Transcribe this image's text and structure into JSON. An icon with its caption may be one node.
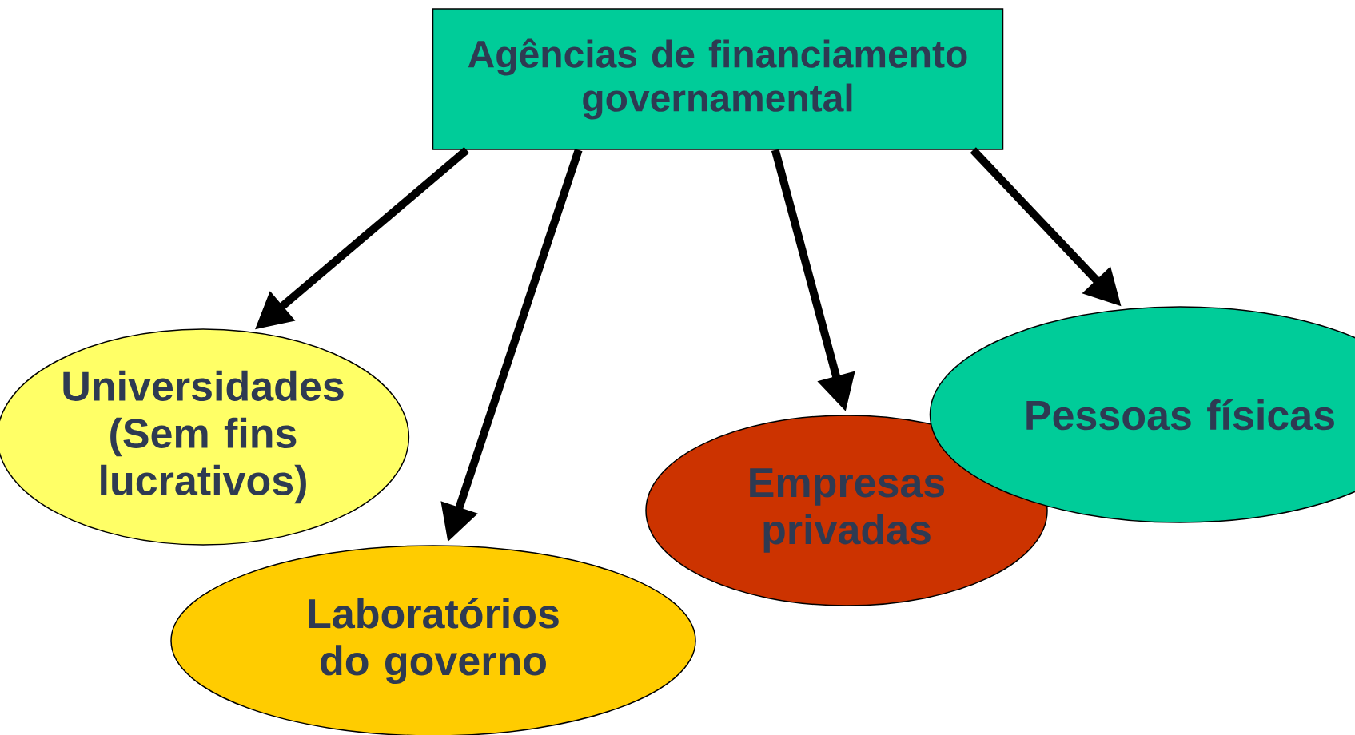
{
  "diagram": {
    "nodes": [
      {
        "text": [
          "Agências de financiamento governamental"
        ]
      },
      {
        "text": [
          "Universidades (Sem fins lucrativos)"
        ]
      },
      {
        "text": [
          "Laboratórios do governo"
        ]
      },
      {
        "text": [
          "Empresas privadas"
        ]
      },
      {
        "text": [
          "Pessoas físicas"
        ]
      }
    ],
    "edges": [
      {
        "from": 0,
        "to": 1,
        "arrow": "to"
      },
      {
        "from": 0,
        "to": 2,
        "arrow": "to"
      },
      {
        "from": 0,
        "to": 3,
        "arrow": "to"
      },
      {
        "from": 0,
        "to": 4,
        "arrow": "to"
      }
    ]
  }
}
